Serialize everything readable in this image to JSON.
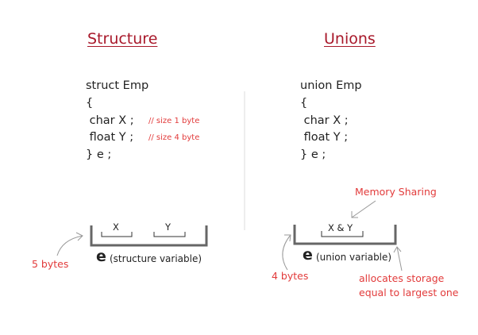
{
  "structure": {
    "title": "Structure",
    "code": [
      "struct Emp",
      "{",
      " char X ;",
      " float Y ;",
      "} e ;"
    ],
    "comments": [
      "// size 1 byte",
      "// size 4 byte"
    ],
    "field_x": "X",
    "field_y": "Y",
    "var": "e",
    "var_label": "(structure variable)",
    "size_note": "5 bytes"
  },
  "union": {
    "title": "Unions",
    "code": [
      "union Emp",
      "{",
      " char X ;",
      " float Y ;",
      "} e ;"
    ],
    "field": "X & Y",
    "var": "e",
    "var_label": "(union variable)",
    "size_note": "4 bytes",
    "sharing_note": "Memory Sharing",
    "storage_note": [
      "allocates storage",
      "equal to largest one"
    ]
  }
}
